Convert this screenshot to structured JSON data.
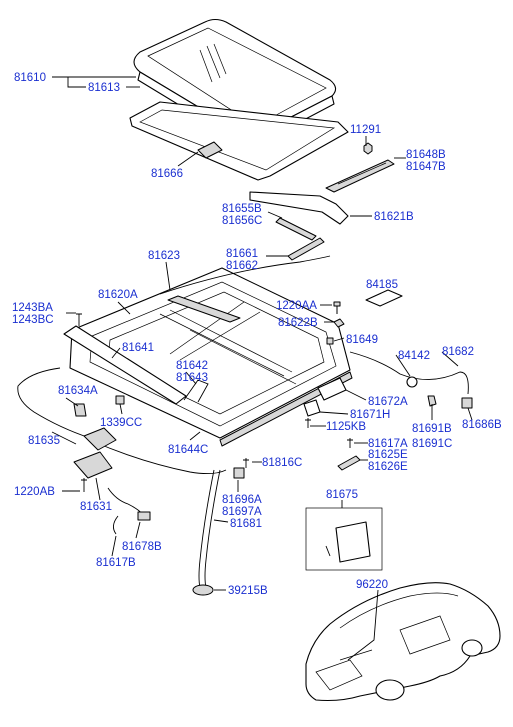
{
  "labels": {
    "l81610": "81610",
    "l81613": "81613",
    "l11291": "11291",
    "l81648B": "81648B",
    "l81647B": "81647B",
    "l81666": "81666",
    "l81655B": "81655B",
    "l81656C": "81656C",
    "l81621B": "81621B",
    "l81623": "81623",
    "l81661": "81661",
    "l81662": "81662",
    "l84185": "84185",
    "l1243BA": "1243BA",
    "l1243BC": "1243BC",
    "l81620A": "81620A",
    "l1220AA": "1220AA",
    "l81622B": "81622B",
    "l81649": "81649",
    "l81641": "81641",
    "l81642": "81642",
    "l81643": "81643",
    "l84142": "84142",
    "l81682": "81682",
    "l81634A": "81634A",
    "l81672A": "81672A",
    "l1339CC": "1339CC",
    "l81671H": "81671H",
    "l81691B": "81691B",
    "l81686B": "81686B",
    "l81635": "81635",
    "l81644C": "81644C",
    "l1125KB": "1125KB",
    "l81617A": "81617A",
    "l81691C": "81691C",
    "l81625E": "81625E",
    "l81626E": "81626E",
    "l81816C": "81816C",
    "l1220AB": "1220AB",
    "l81675": "81675",
    "l81631": "81631",
    "l81696A": "81696A",
    "l81697A": "81697A",
    "l81681": "81681",
    "l81678B": "81678B",
    "l81617B": "81617B",
    "l96220": "96220",
    "l39215B": "39215B"
  },
  "colors": {
    "label": "#1a2fd0",
    "line": "#000000",
    "background": "#ffffff"
  }
}
